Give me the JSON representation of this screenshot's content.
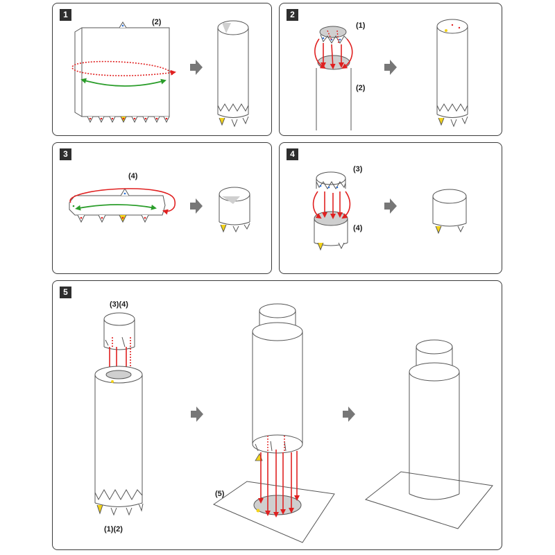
{
  "steps": [
    {
      "number": "1",
      "labels": [
        "(2)"
      ]
    },
    {
      "number": "2",
      "labels": [
        "(1)",
        "(2)"
      ]
    },
    {
      "number": "3",
      "labels": [
        "(4)"
      ]
    },
    {
      "number": "4",
      "labels": [
        "(3)",
        "(4)"
      ]
    },
    {
      "number": "5",
      "labels": [
        "(3)(4)",
        "(1)(2)",
        "(5)"
      ]
    }
  ],
  "colors": {
    "border": "#3a3a3a",
    "badge": "#2e2e2e",
    "fold_arrow": "#e02020",
    "wrap_arrow": "#2a9d2a",
    "next_arrow": "#777777",
    "tab_yellow": "#f2d21b",
    "tab_dot_red": "#e02020",
    "tab_dot_blue": "#2a6fd6",
    "glue_area": "#cfcfcf"
  },
  "icons": [
    "next-step-arrow-icon",
    "fold-arrow-icon",
    "wrap-arrow-icon",
    "glue-tab-icon"
  ]
}
